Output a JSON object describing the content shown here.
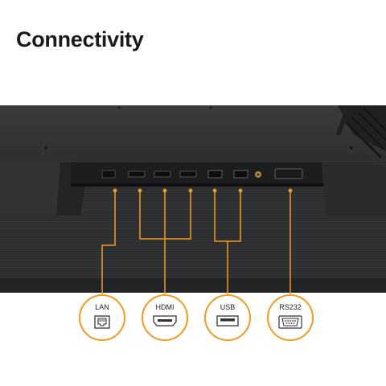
{
  "title": "Connectivity",
  "accent_color": "#f39a1f",
  "panel_color": "#2b2c2e",
  "ports": [
    {
      "label": "LAN",
      "icon": "lan-port-icon"
    },
    {
      "label": "HDMI",
      "icon": "hdmi-port-icon"
    },
    {
      "label": "USB",
      "icon": "usb-port-icon"
    },
    {
      "label": "RS232",
      "icon": "rs232-port-icon"
    }
  ]
}
